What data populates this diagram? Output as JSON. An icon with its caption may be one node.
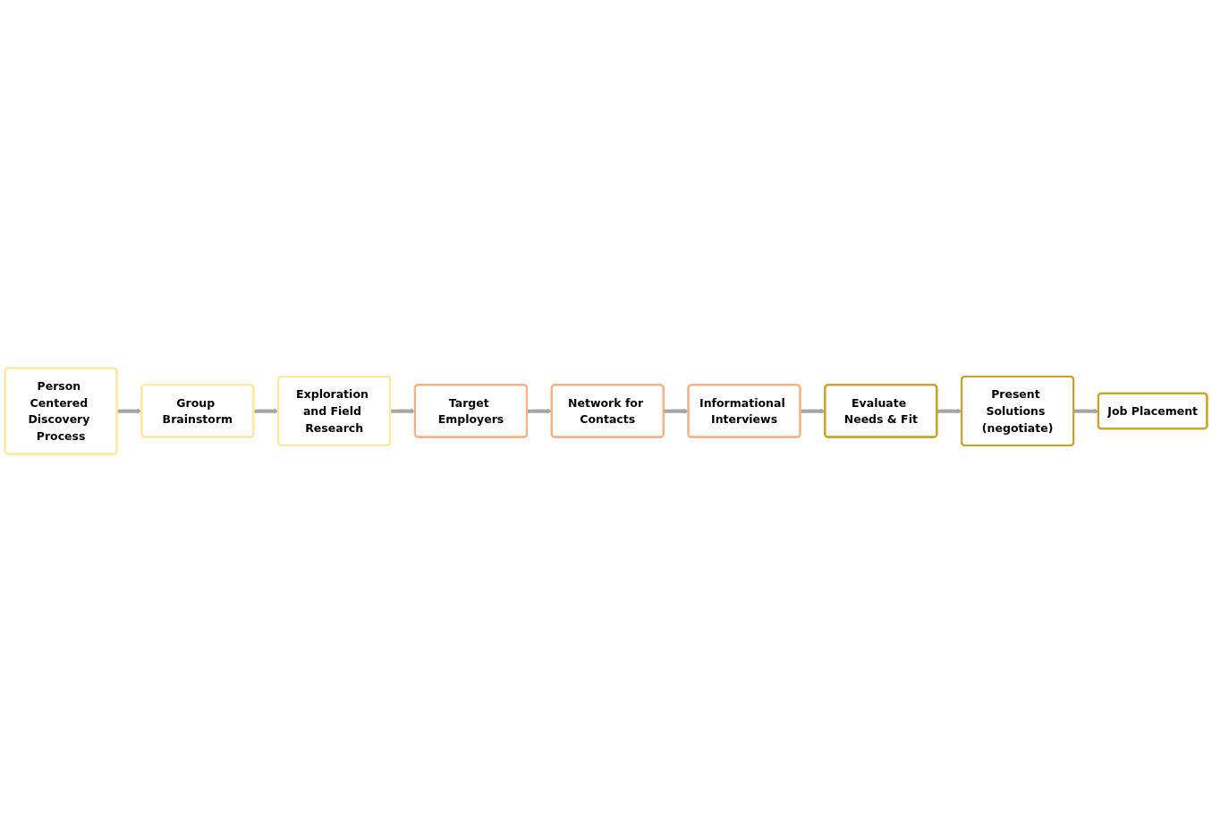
{
  "diagram": {
    "nodes": [
      {
        "text": [
          "Person Centered Discovery Process"
        ]
      },
      {
        "text": [
          "Group Brainstorm"
        ]
      },
      {
        "text": [
          "Exploration and Field Research"
        ]
      },
      {
        "text": [
          "Target Employers"
        ]
      },
      {
        "text": [
          "Network for Contacts"
        ]
      },
      {
        "text": [
          "Informational Interviews"
        ]
      },
      {
        "text": [
          "Evaluate Needs & Fit"
        ]
      },
      {
        "text": [
          "Present Solutions (negotiate)"
        ]
      },
      {
        "text": [
          "Job Placement"
        ]
      }
    ],
    "edges": [
      {
        "from": 0,
        "to": 1,
        "arrow": "to"
      },
      {
        "from": 1,
        "to": 2,
        "arrow": "to"
      },
      {
        "from": 2,
        "to": 3,
        "arrow": "to"
      },
      {
        "from": 3,
        "to": 4,
        "arrow": "to"
      },
      {
        "from": 4,
        "to": 5,
        "arrow": "to"
      },
      {
        "from": 5,
        "to": 6,
        "arrow": "to"
      },
      {
        "from": 6,
        "to": 7,
        "arrow": "to"
      },
      {
        "from": 7,
        "to": 8,
        "arrow": "to"
      }
    ]
  }
}
